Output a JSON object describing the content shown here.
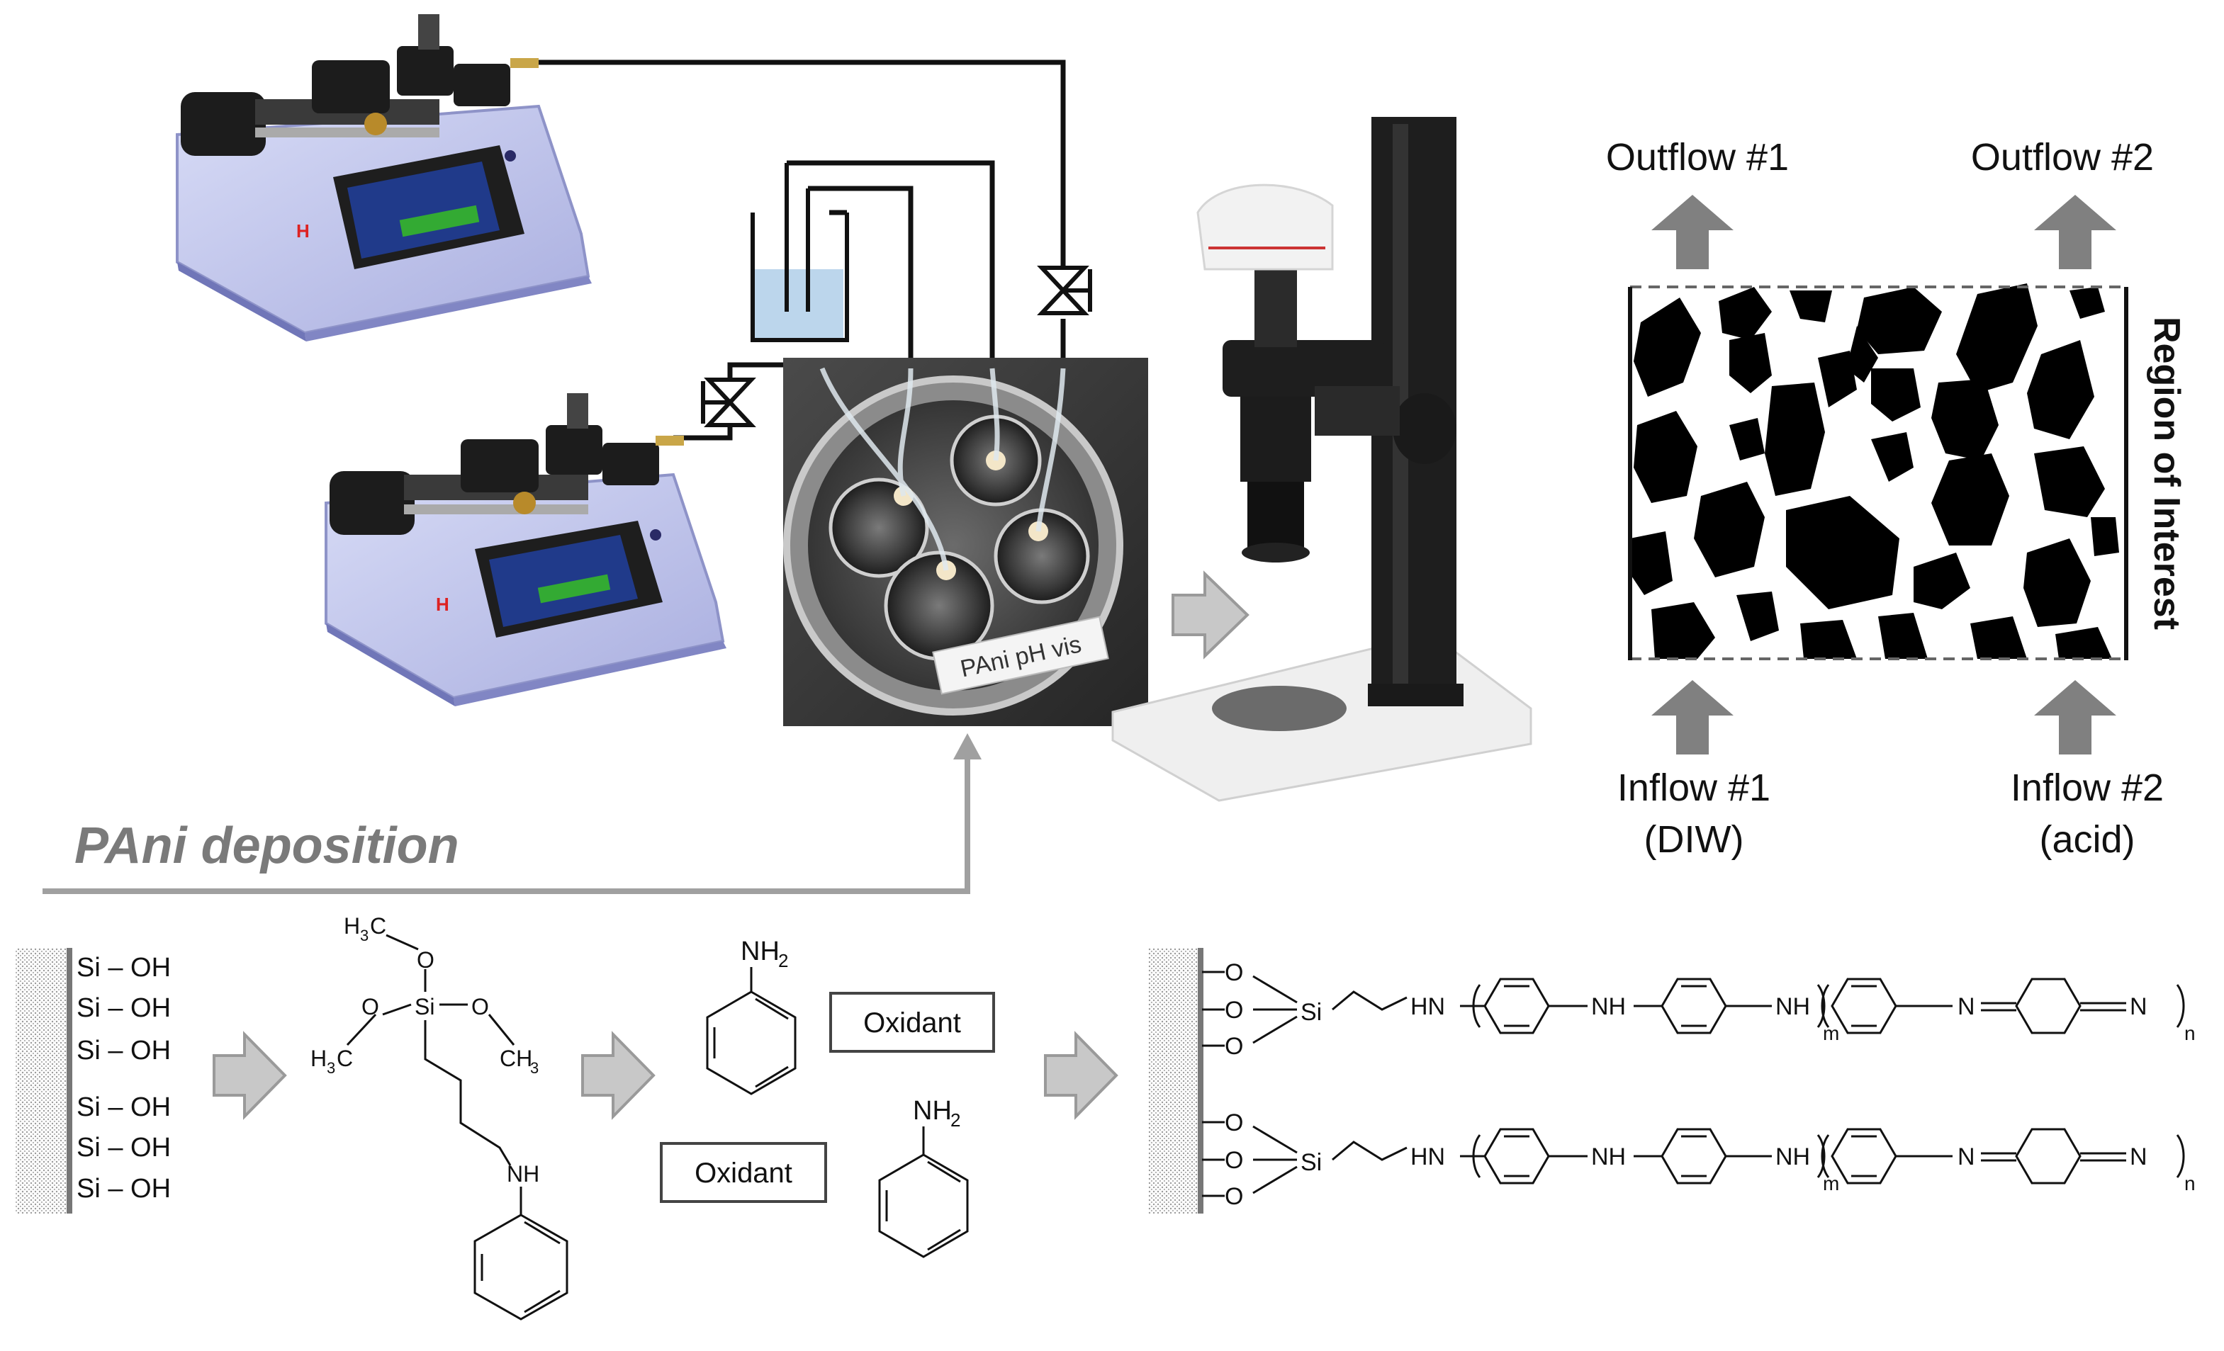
{
  "colors": {
    "pump_body": "#c9cdee",
    "pump_dark": "#1c1c1c",
    "tube_line": "#111111",
    "arrow_gray": "#808080",
    "arrow_light": "#c8c8c8",
    "beaker_liquid": "#bcd6ec"
  },
  "icons": {
    "valve": "valve-icon",
    "process_arrow": "right-arrow-icon",
    "flow_arrow": "up-arrow-icon"
  },
  "pump": {
    "brand_letter": "H"
  },
  "photo": {
    "label": "PAni pH vis"
  },
  "porous_media": {
    "outflow_1": "Outflow #1",
    "outflow_2": "Outflow #2",
    "inflow_1": "Inflow #1",
    "inflow_1_sub": "(DIW)",
    "inflow_2": "Inflow #2",
    "inflow_2_sub": "(acid)",
    "region_label": "Region of Interest"
  },
  "deposition": {
    "title": "PAni deposition"
  },
  "chemistry": {
    "silanol_groups": [
      "Si – OH",
      "Si – OH",
      "Si – OH",
      "Si – OH",
      "Si – OH",
      "Si – OH"
    ],
    "silane": {
      "h3c_top": "H",
      "h3c_top_sub": "3",
      "h3c_top_c": "C",
      "o_top": "O",
      "o_left": "O",
      "si": "Si",
      "o_right": "O",
      "h3c_left": "H",
      "h3c_left_sub": "3",
      "h3c_left_c": "C",
      "ch3_right": "CH",
      "ch3_right_sub": "3",
      "nh": "NH"
    },
    "aniline_nh2": "NH",
    "aniline_nh2_sub": "2",
    "oxidant_1": "Oxidant",
    "oxidant_2": "Oxidant",
    "product": {
      "o": "O",
      "si": "Si",
      "hn": "HN",
      "nh": "NH",
      "n": "N",
      "m": "m",
      "n_sub": "n"
    }
  }
}
